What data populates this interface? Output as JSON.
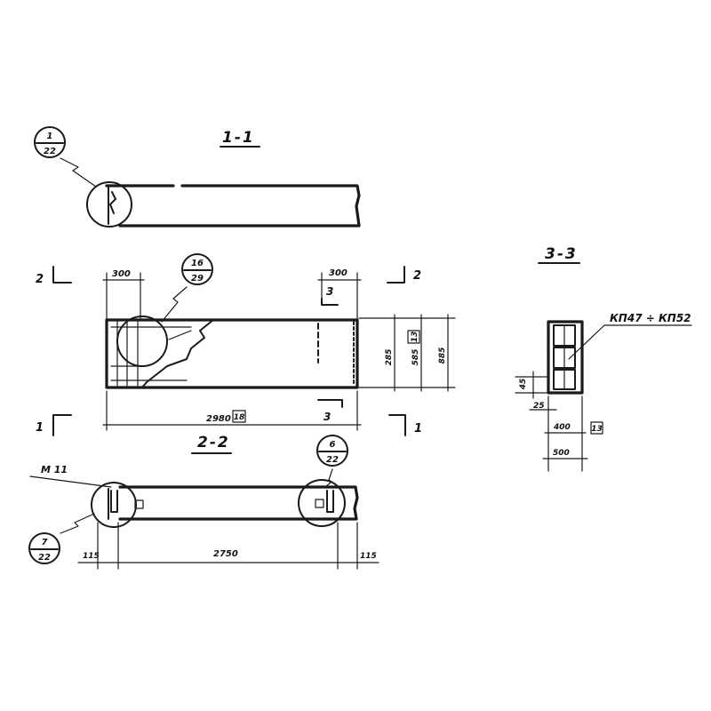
{
  "sections": {
    "s11": "1-1",
    "s22": "2-2",
    "s33": "3-3"
  },
  "cut_marks": {
    "c2_left": "2",
    "c2_right": "2",
    "c1_left": "1",
    "c1_right": "1",
    "c3_top": "3",
    "c3_bottom": "3"
  },
  "callouts": {
    "c1": {
      "num": "1",
      "sheet": "22"
    },
    "c16": {
      "num": "16",
      "sheet": "29"
    },
    "c6": {
      "num": "6",
      "sheet": "22"
    },
    "c7": {
      "num": "7",
      "sheet": "22"
    }
  },
  "dimensions": {
    "d300_left": "300",
    "d300_right": "300",
    "d2980": "2980",
    "d2980_box": "18",
    "d285": "285",
    "d585": "585",
    "d585_box": "13",
    "d885": "885",
    "d2750": "2750",
    "d115_left": "115",
    "d115_right": "115",
    "d45": "45",
    "d25": "25",
    "d400": "400",
    "d400_box": "13",
    "d500": "500"
  },
  "labels": {
    "m11": "M 11",
    "kp_range": "КП47 ÷ КП52"
  }
}
